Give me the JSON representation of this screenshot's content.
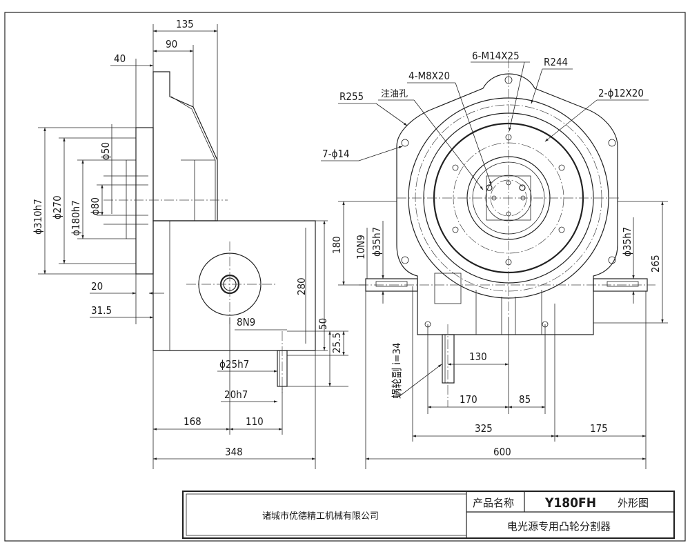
{
  "dims_side": {
    "d135": "135",
    "d90": "90",
    "d40": "40",
    "d310": "ϕ310h7",
    "d270": "ϕ270",
    "d180": "ϕ180h7",
    "d50": "ϕ50",
    "d80": "ϕ80",
    "d20": "20",
    "d315": "31.5",
    "d280": "280",
    "d8n9": "8N9",
    "d50b": "50",
    "d255": "25.5",
    "d25h7": "ϕ25h7",
    "d20h7": "20h7",
    "d168": "168",
    "d110": "110",
    "d348": "348"
  },
  "dims_front": {
    "m14": "6-M14X25",
    "r244": "R244",
    "m8": "4-M8X20",
    "oil": "注油孔",
    "r255": "R255",
    "d12": "2-ϕ12X20",
    "d14": "7-ϕ14",
    "d180": "180",
    "d10n9": "10N9",
    "d35l": "ϕ35h7",
    "d35r": "ϕ35h7",
    "d265": "265",
    "worm": "蜗轮副 i=34",
    "d130": "130",
    "d170": "170",
    "d85": "85",
    "d325": "325",
    "d175": "175",
    "d600": "600"
  },
  "title_block": {
    "company": "诸城市优德精工机械有限公司",
    "product_label": "产品名称",
    "model": "Y180FH",
    "drawing": "外形图",
    "description": "电光源专用凸轮分割器"
  }
}
